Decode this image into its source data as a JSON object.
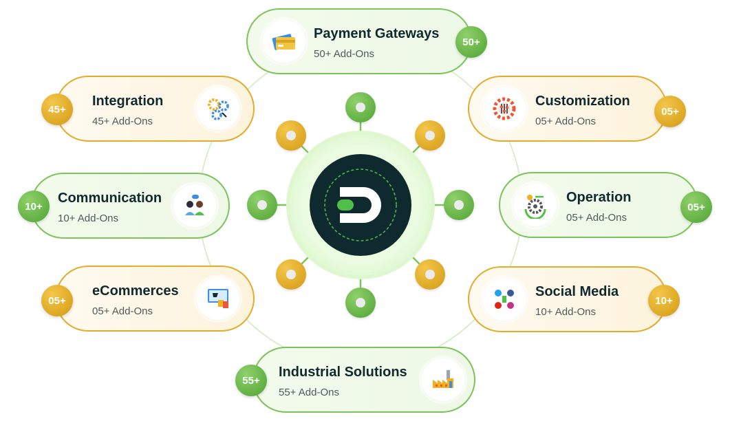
{
  "hub": {
    "logo": "letter-d-logo",
    "colors": {
      "dark": "#0f2a2f",
      "accent": "#4fbf4a"
    }
  },
  "colors": {
    "green": "#7cc35a",
    "gold": "#e2ac2c",
    "title": "#0f2a2f"
  },
  "categories": [
    {
      "id": "payment-gateways",
      "title": "Payment Gateways",
      "subtitle": "50+ Add-Ons",
      "badge": "50+",
      "icon": "credit-card-icon",
      "theme": "green"
    },
    {
      "id": "integration",
      "title": "Integration",
      "subtitle": "45+ Add-Ons",
      "badge": "45+",
      "icon": "gears-integration-icon",
      "theme": "gold"
    },
    {
      "id": "customization",
      "title": "Customization",
      "subtitle": "05+ Add-Ons",
      "badge": "05+",
      "icon": "gear-sliders-icon",
      "theme": "gold"
    },
    {
      "id": "communication",
      "title": "Communication",
      "subtitle": "10+ Add-Ons",
      "badge": "10+",
      "icon": "people-chat-icon",
      "theme": "green"
    },
    {
      "id": "operation",
      "title": "Operation",
      "subtitle": "05+ Add-Ons",
      "badge": "05+",
      "icon": "gear-cycle-icon",
      "theme": "green"
    },
    {
      "id": "ecommerces",
      "title": "eCommerces",
      "subtitle": "05+ Add-Ons",
      "badge": "05+",
      "icon": "shopping-screen-icon",
      "theme": "gold"
    },
    {
      "id": "social-media",
      "title": "Social Media",
      "subtitle": "10+ Add-Ons",
      "badge": "10+",
      "icon": "social-network-icon",
      "theme": "gold"
    },
    {
      "id": "industrial-solutions",
      "title": "Industrial Solutions",
      "subtitle": "55+ Add-Ons",
      "badge": "55+",
      "icon": "factory-icon",
      "theme": "green"
    }
  ]
}
